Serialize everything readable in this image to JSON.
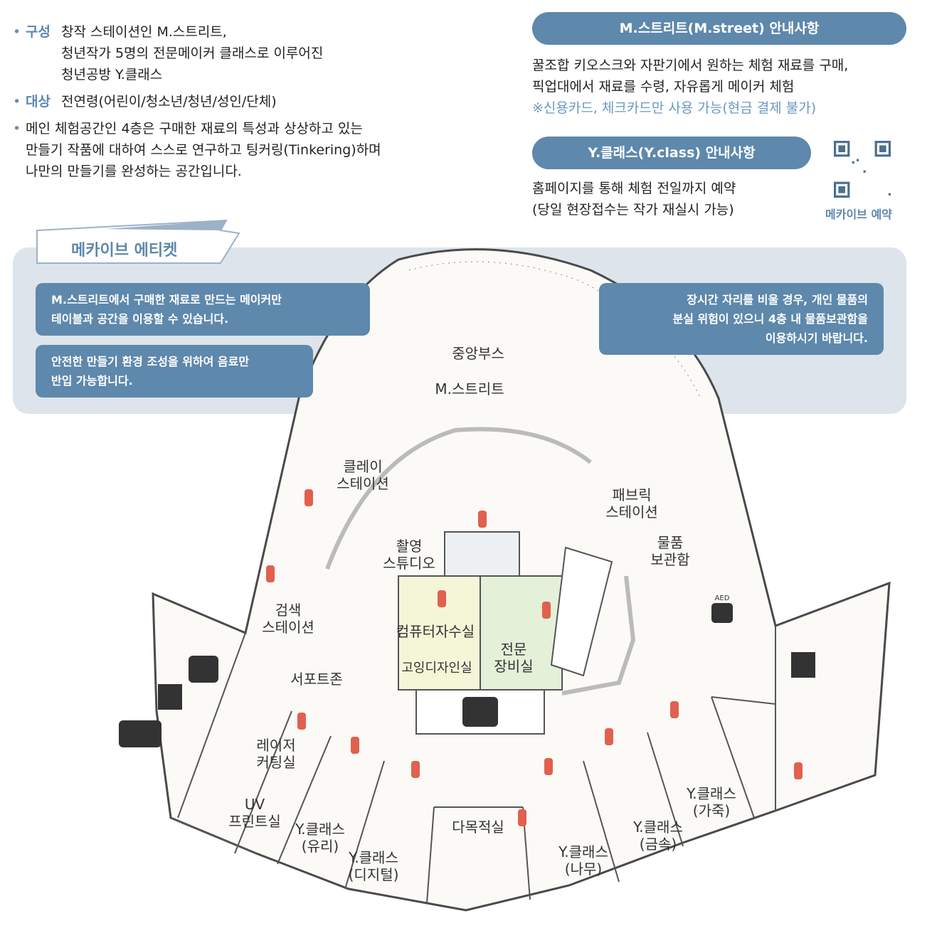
{
  "intro": {
    "composition_key": "구성",
    "composition_lines": [
      "창작 스테이션인 M.스트리트,",
      "청년작가 5명의 전문메이커 클래스로 이루어진",
      "청년공방 Y.클래스"
    ],
    "target_key": "대상",
    "target_text": "전연령(어린이/청소년/청년/성인/단체)",
    "main_lines": [
      "메인 체험공간인 4층은 구매한 재료의 특성과 상상하고 있는",
      "만들기 작품에 대하여 스스로 연구하고 팅커링(Tinkering)하며",
      "나만의 만들기를 완성하는 공간입니다."
    ]
  },
  "mstreet_info": {
    "title": "M.스트리트(M.street) 안내사항",
    "lines": [
      "꿀조합 키오스크와 자판기에서 원하는 체험 재료를 구매,",
      "픽업대에서 재료를 수령, 자유롭게 메이커 체험"
    ],
    "note": "※신용카드, 체크카드만 사용 가능(현금 결제 불가)"
  },
  "yclass_info": {
    "title": "Y.클래스(Y.class) 안내사항",
    "lines": [
      "홈페이지를 통해 체험 전일까지 예약",
      "(당일 현장접수는 작가 재실시 가능)"
    ],
    "qr_label": "메카이브 예약"
  },
  "etiquette": {
    "title": "메카이브 에티켓",
    "left_boxes": [
      "M.스트리트에서 구매한 재료로 만드는 메이커만\n테이블과 공간을 이용할 수 있습니다.",
      "안전한 만들기 환경 조성을 위하여 음료만\n반입 가능합니다."
    ],
    "right_box": "장시간 자리를 비울 경우, 개인 물품의\n분실 위험이 있으니 4층 내 물품보관함을\n이용하시기 바랍니다."
  },
  "map": {
    "labels": {
      "central_booth": "중앙부스",
      "m_street": "M.스트리트",
      "clay_station": "클레이\n스테이션",
      "fabric_station": "패브릭\n스테이션",
      "lockers": "물품\n보관함",
      "studio": "촬영\n스튜디오",
      "search_station": "검색\n스테이션",
      "embroidery_room": "컴퓨터자수실",
      "equipment_room": "전문\n장비실",
      "design_room": "고잉디자인실",
      "support_zone": "서포트존",
      "laser_room": "레이저\n커팅실",
      "uv_room": "UV\n프린트실",
      "yclass_glass": "Y.클래스\n(유리)",
      "yclass_digital": "Y.클래스\n(디지털)",
      "multipurpose": "다목적실",
      "yclass_wood": "Y.클래스\n(나무)",
      "yclass_metal": "Y.클래스\n(금속)",
      "yclass_leather": "Y.클래스\n(가죽)",
      "aed": "AED"
    },
    "icons": [
      "elevator-icon",
      "emergency-exit-icon",
      "restroom-icon",
      "fire-extinguisher-icon",
      "aed-icon"
    ],
    "colors": {
      "accent": "#5e88ac",
      "extinguisher": "#e0614e",
      "panel": "#dde4ec"
    }
  }
}
